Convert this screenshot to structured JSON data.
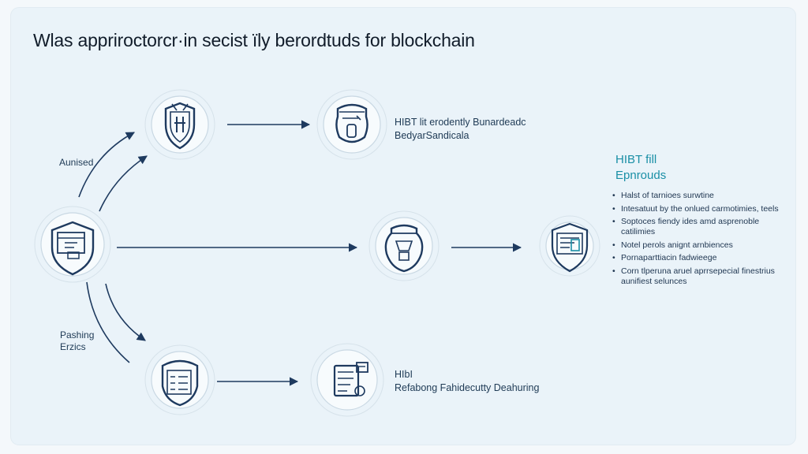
{
  "title": "Wlas appriroctorcr·in secist ïly berordtuds for blockchain",
  "labels": {
    "left_upper": "Aunised",
    "left_lower_1": "Pashing",
    "left_lower_2": "Erzics",
    "node_top_right_1": "HIBT lit erodently Bunardeadc",
    "node_top_right_2": "BedyarSandicala",
    "node_bottom_right_1": "HIbI",
    "node_bottom_right_2": "Refabong Fahidecutty Deahuring"
  },
  "panel": {
    "heading_1": "HIBT fill",
    "heading_2": "Epnrouds",
    "bullets": [
      "Halst of tarnioes surwtine",
      "Intesatuut by the onlued carmotimies, teels",
      "Soptoces fiendy ides amd asprenoble catilimies",
      "Notel perols anignt arnbiences",
      "Pornaparttiacin fadwieege",
      "Corn tlperuna aruel aprrsepecial finestrius aunifiest selunces"
    ]
  },
  "colors": {
    "accent": "#1a8fa6",
    "navy": "#1e3a5f",
    "background": "#eaf3f9"
  },
  "icons": [
    "shield-key-icon",
    "document-pot-icon",
    "window-shield-icon",
    "vase-icon",
    "ledger-shield-icon",
    "checklist-badge-icon",
    "document-stamp-icon"
  ]
}
